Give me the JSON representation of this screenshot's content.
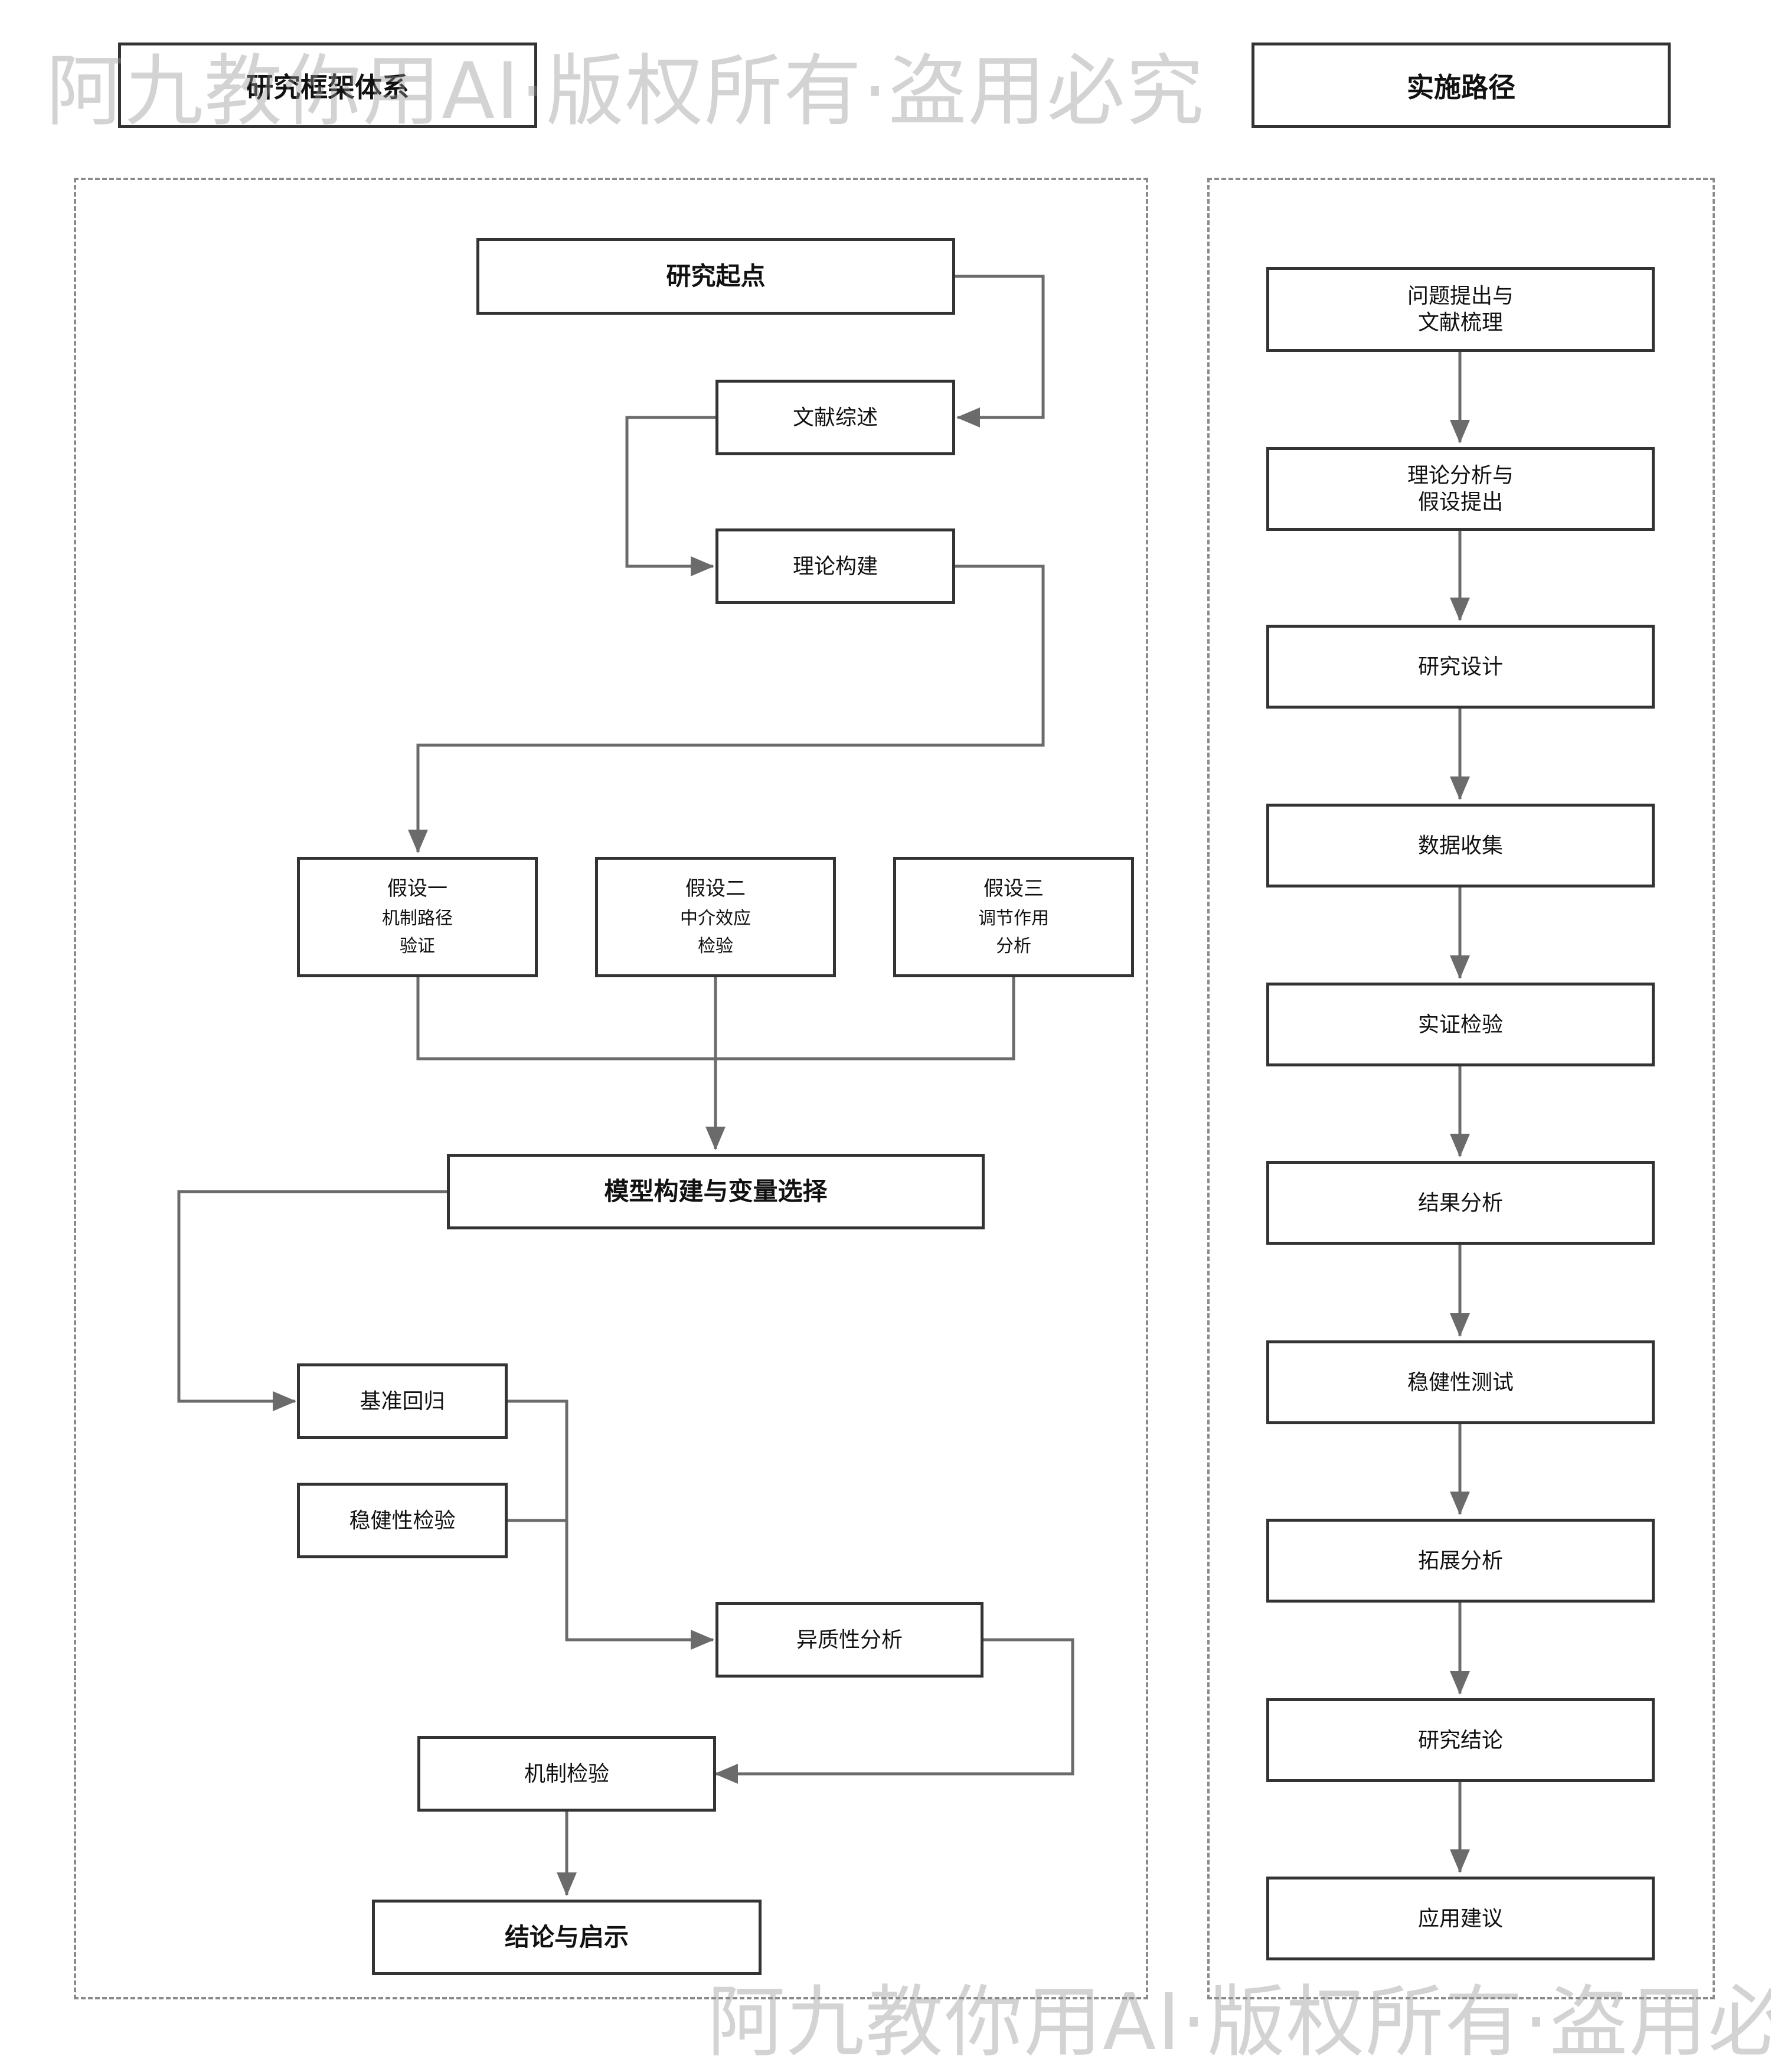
{
  "headers": {
    "left": "研究框架体系",
    "right": "实施路径"
  },
  "left": {
    "start": "研究起点",
    "lit_review": "文献综述",
    "theory": "理论构建",
    "hypotheses": [
      {
        "title": "假设一",
        "line2": "机制路径",
        "line3": "验证"
      },
      {
        "title": "假设二",
        "line2": "中介效应",
        "line3": "检验"
      },
      {
        "title": "假设三",
        "line2": "调节作用",
        "line3": "分析"
      }
    ],
    "model": "模型构建与变量选择",
    "baseline": "基准回归",
    "robust": "稳健性检验",
    "hetero": "异质性分析",
    "mechanism": "机制检验",
    "conclusion": "结论与启示"
  },
  "right": {
    "steps": [
      {
        "line1": "问题提出与",
        "line2": "文献梳理"
      },
      {
        "line1": "理论分析与",
        "line2": "假设提出"
      },
      {
        "line1": "研究设计",
        "line2": ""
      },
      {
        "line1": "数据收集",
        "line2": ""
      },
      {
        "line1": "实证检验",
        "line2": ""
      },
      {
        "line1": "结果分析",
        "line2": ""
      },
      {
        "line1": "稳健性测试",
        "line2": ""
      },
      {
        "line1": "拓展分析",
        "line2": ""
      },
      {
        "line1": "研究结论",
        "line2": ""
      },
      {
        "line1": "应用建议",
        "line2": ""
      }
    ]
  },
  "watermark": "阿九教你用AI·版权所有·盗用必究",
  "colors": {
    "line": "#6b6b6b",
    "border": "#333333",
    "dash": "#8a8a8a"
  }
}
